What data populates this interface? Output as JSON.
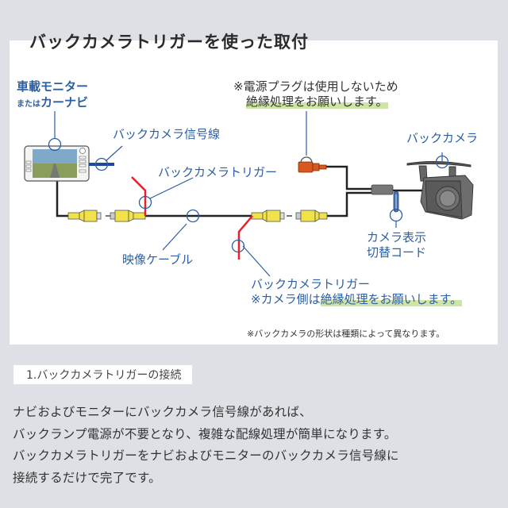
{
  "title": "バックカメラトリガーを使った取付",
  "diagram": {
    "labels": {
      "monitor_line1": "車載モニター",
      "monitor_line2_prefix": "または",
      "monitor_line2_main": "カーナビ",
      "signal_wire": "バックカメラ信号線",
      "trigger_top": "バックカメラトリガー",
      "video_cable": "映像ケーブル",
      "power_note_line1": "※電源プラグは使用しないため",
      "power_note_line2": "絶縁処理をお願いします。",
      "back_camera": "バックカメラ",
      "switch_cord_line1": "カメラ表示",
      "switch_cord_line2": "切替コード",
      "trigger_bottom_line1": "バックカメラトリガー",
      "trigger_bottom_line2_prefix": "※カメラ側は",
      "trigger_bottom_line2_hl": "絶縁処理をお願いします。",
      "shape_note": "※バックカメラの形状は種類によって異なります。"
    },
    "icons": [
      "monitor-icon",
      "rca-connector-icon",
      "power-plug-icon",
      "back-camera-icon",
      "callout-circle-icon"
    ],
    "colors": {
      "label_blue": "#2b5ea3",
      "trigger_red": "#e8202a",
      "connector_yellow": "#f1e24a",
      "plug_orange": "#d9581f",
      "highlight_green": "#cfe5a6",
      "cable_black": "#222222"
    }
  },
  "section": {
    "heading": "1.バックカメラトリガーの接続",
    "paragraph_lines": [
      "ナビおよびモニターにバックカメラ信号線があれば、",
      "バックランプ電源が不要となり、複雑な配線処理が簡単になります。",
      "バックカメラトリガーをナビおよびモニターのバックカメラ信号線に",
      "接続するだけで完了です。"
    ]
  }
}
